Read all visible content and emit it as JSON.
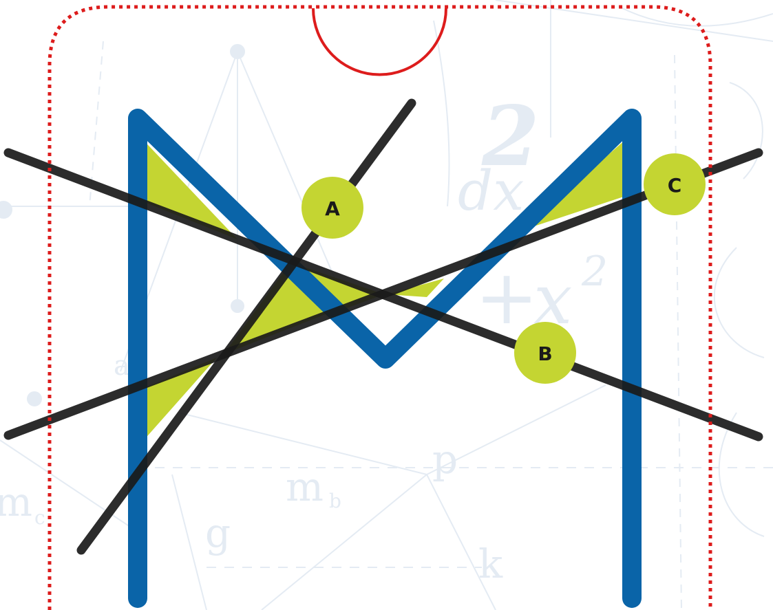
{
  "colors": {
    "background": "#ffffff",
    "background_decor": "#e4ebf3",
    "letter_stroke": "#0a64a8",
    "highlight_fill": "#c4d532",
    "line_stroke": "#1a1a1a",
    "badge_fill": "#c4d532",
    "cutout_border": "#dd1c1c"
  },
  "labels": {
    "a": "A",
    "b": "B",
    "c": "C"
  },
  "background_symbols": {
    "m_b": "m",
    "m_b_sub": "b",
    "m_c": "m",
    "m_c_sub": "c",
    "p": "p",
    "g": "g",
    "k": "k",
    "a": "a",
    "two": "2",
    "dx": "dx",
    "plus": "+",
    "x": "x",
    "x_sup": "2"
  }
}
